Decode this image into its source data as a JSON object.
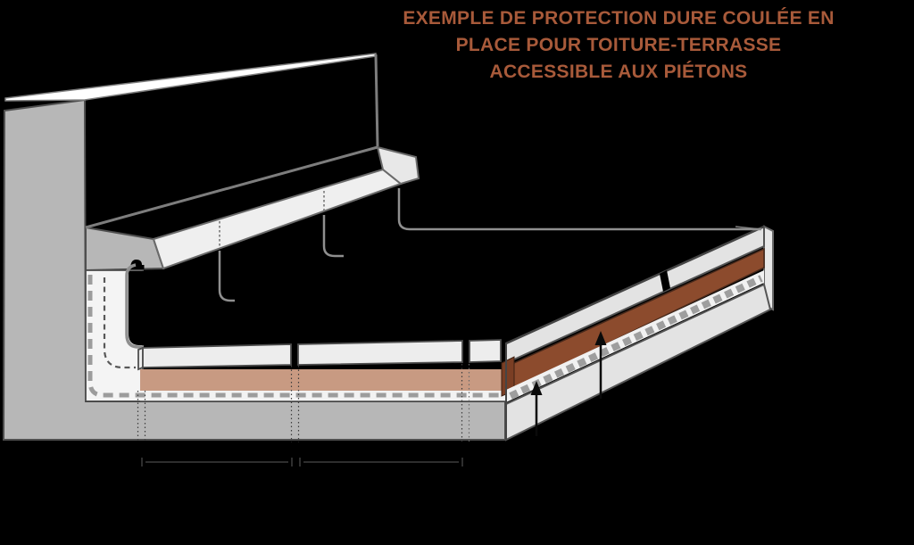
{
  "title": {
    "line1": "EXEMPLE DE PROTECTION DURE COULÉE EN",
    "line2": "PLACE POUR TOITURE-TERRASSE",
    "line3": "ACCESSIBLE AUX PIÉTONS"
  },
  "colors": {
    "background": "#000000",
    "title_color": "#a85a3a",
    "wall_gray": "#b7b7b7",
    "wall_outline": "#4f4f4f",
    "edge_gray": "#7d7d7d",
    "top_white": "#ffffff",
    "band_white": "#efefef",
    "end_face": "#e8e8e8",
    "inset_white": "#f4f4f4",
    "slab_white": "#ededed",
    "deck_side_white": "#e3e3e3",
    "strip_white": "#f2f2f2",
    "mortar_tan": "#c89a82",
    "brown_layer": "#8c4b2d",
    "brown_end": "#7a3e24",
    "drain_bg": "#f1f1f1",
    "drain_dash_gray": "#9e9e9e",
    "membrane_dash_gray": "#9c9c9c",
    "inner_dash_gray": "#585858",
    "leader_gray": "#8f8f8f",
    "dim_gray": "#3d3d3d",
    "void_black": "#000000",
    "arrow_black": "#0a0a0a"
  }
}
